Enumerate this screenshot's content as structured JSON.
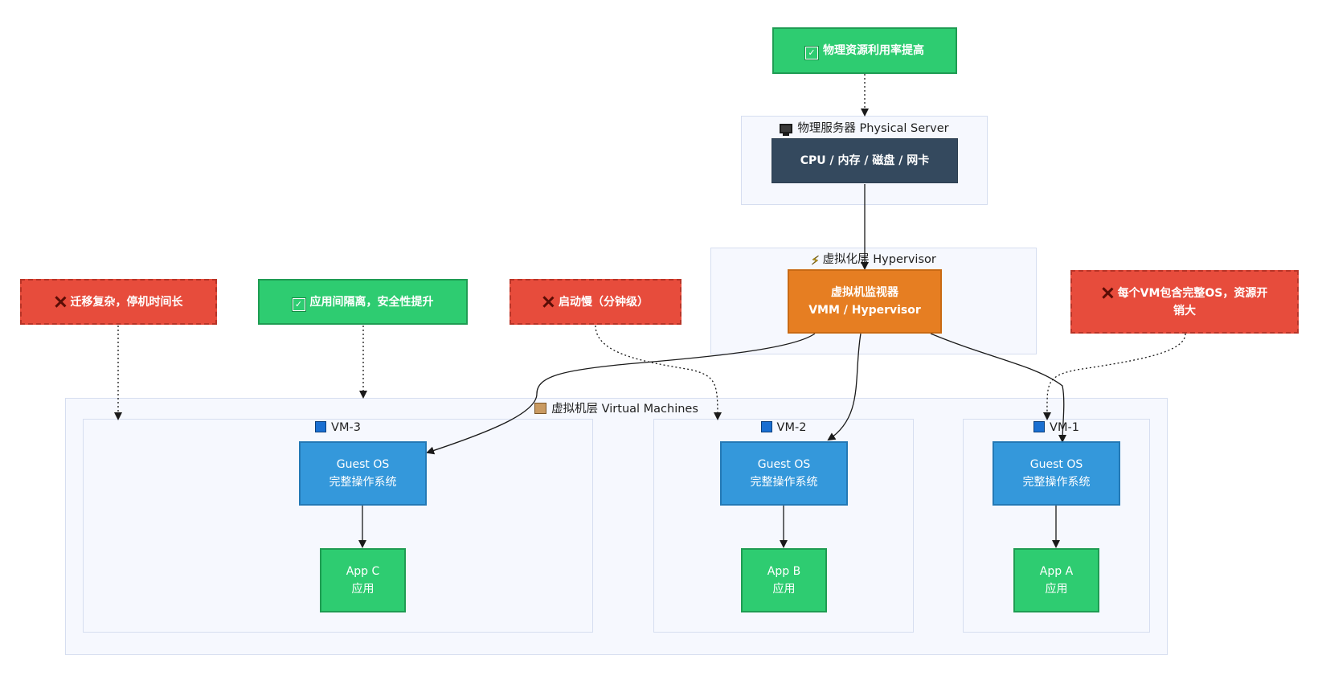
{
  "groups": {
    "physical": {
      "icon": "monitor-icon",
      "label": "物理服务器 Physical Server"
    },
    "hypervisor": {
      "icon": "lightning-icon",
      "label": "虚拟化层 Hypervisor"
    },
    "vms": {
      "icon": "package-icon",
      "label": "虚拟机层 Virtual Machines"
    },
    "vm3": {
      "icon": "blue-square-icon",
      "label": "VM-3"
    },
    "vm2": {
      "icon": "blue-square-icon",
      "label": "VM-2"
    },
    "vm1": {
      "icon": "blue-square-icon",
      "label": "VM-1"
    }
  },
  "nodes": {
    "hardware": {
      "label": "CPU / 内存 / 磁盘 / 网卡"
    },
    "vmm": {
      "line1": "虚拟机监视器",
      "line2": "VMM / Hypervisor"
    },
    "guest_os": {
      "line1": "Guest OS",
      "line2": "完整操作系统"
    },
    "app_c": {
      "line1": "App C",
      "line2": "应用"
    },
    "app_b": {
      "line1": "App B",
      "line2": "应用"
    },
    "app_a": {
      "line1": "App A",
      "line2": "应用"
    }
  },
  "notes": {
    "utilization": {
      "icon": "check-icon",
      "text": "物理资源利用率提高"
    },
    "migration": {
      "icon": "cross-icon",
      "text": "迁移复杂，停机时间长"
    },
    "isolation": {
      "icon": "check-icon",
      "text": "应用间隔离，安全性提升"
    },
    "boot": {
      "icon": "cross-icon",
      "text": "启动慢（分钟级）"
    },
    "overhead": {
      "icon": "cross-icon",
      "line1": "每个VM包含完整OS，资源开",
      "line2": "销大"
    }
  },
  "colors": {
    "server": "#34495e",
    "hypervisor": "#e67e22",
    "guest_os": "#3498db",
    "app": "#2ecc71",
    "pro_note": "#2ecc71",
    "con_note": "#e74c3c",
    "group_fill": "#f6f8fe",
    "group_border": "#d6def0"
  }
}
